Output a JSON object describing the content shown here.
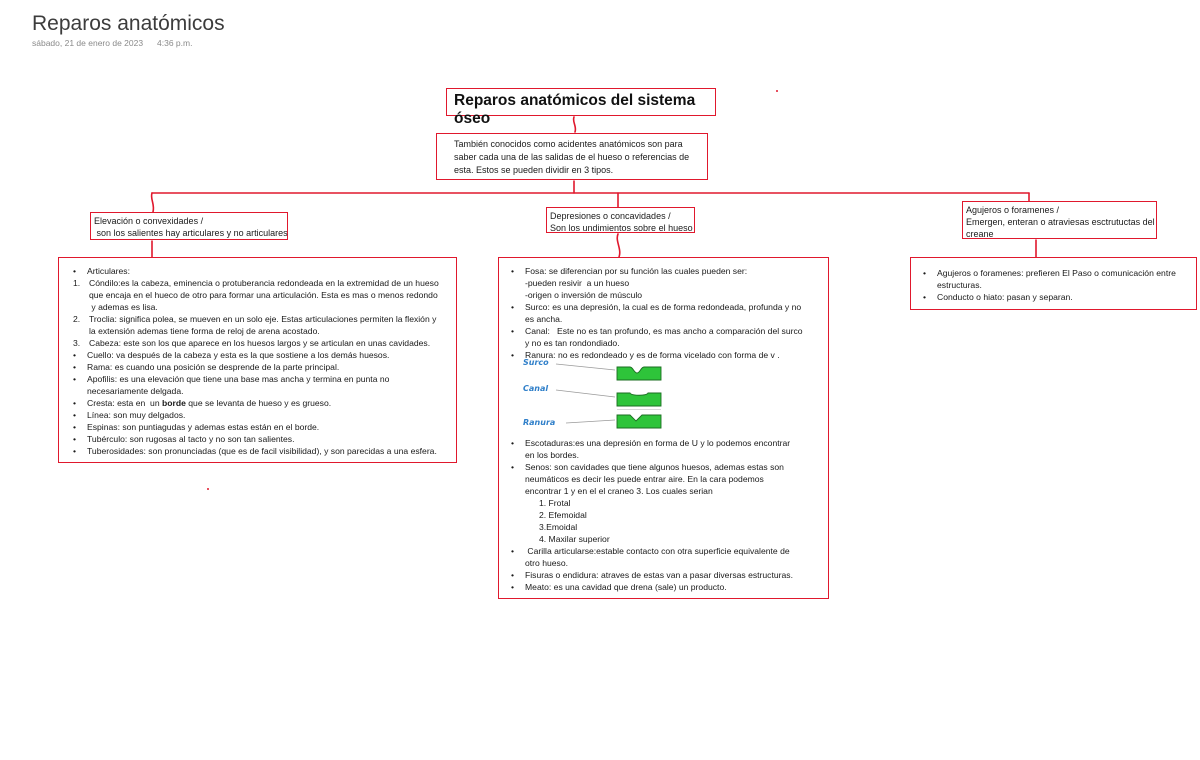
{
  "header": {
    "title": "Reparos anatómicos",
    "date": "sábado, 21 de enero de 2023",
    "time": "4:36 p.m."
  },
  "main_title": "Reparos anatómicos del sistema óseo",
  "intro": {
    "lines": [
      "También conocidos como acidentes anatómicos son para",
      "saber cada una de las salidas de el hueso o referencias de",
      "esta. Estos se pueden dividir en 3 tipos."
    ]
  },
  "categories": [
    {
      "line1": "Elevación o convexidades /",
      "line2": " son los salientes hay articulares y no articulares"
    },
    {
      "line1": "Depresiones o concavidades /",
      "line2": "Son los undimientos sobre el hueso"
    },
    {
      "line1": "Agujeros o foramenes /",
      "line2": "Emergen, enteran o atraviesas esctrutuctas del",
      "line3": "creane"
    }
  ],
  "elevaciones": {
    "articulares": "Articulares:",
    "condilo": [
      "Cóndilo:es la cabeza, eminencia o protuberancia redondeada en la extremidad de un hueso",
      "que encaja en el hueco de otro para formar una articulación. Esta es mas o menos redondo",
      " y ademas es lisa."
    ],
    "troclea": [
      "Troclia: significa polea, se mueven en un solo eje. Estas articulaciones permiten la flexión y",
      "la extensión ademas tiene forma de reloj de arena acostado."
    ],
    "cabeza": "Cabeza: este son los que aparece en los huesos largos y se articulan en unas cavidades.",
    "cuello": "Cuello: va después de la cabeza y esta es la que sostiene a los demás huesos.",
    "rama": "Rama: es cuando una posición se desprende de la parte principal.",
    "apofisis": [
      "Apofilis: es una elevación que tiene una base mas ancha y termina en punta no",
      "necesariamente delgada."
    ],
    "cresta_pre": "Cresta: esta en  un ",
    "cresta_bold": "borde",
    "cresta_post": " que se levanta de hueso y es grueso.",
    "linea": "Línea: son muy delgados.",
    "espinas": "Espinas: son puntiagudas y ademas estas están en el borde.",
    "tuberculo": "Tubérculo: son rugosas al tacto y no son tan salientes.",
    "tuberosidades": "Tuberosidades: son pronunciadas (que es de facil visibilidad), y son parecidas a una esfera."
  },
  "depresiones": {
    "fosa": [
      "Fosa: se diferencian por su función las cuales pueden ser:",
      "-pueden resivir  a un hueso",
      "-origen o inversión de músculo"
    ],
    "surco": [
      "Surco: es una depresión, la cual es de forma redondeada, profunda y no",
      "es ancha."
    ],
    "canal": [
      "Canal:   Este no es tan profundo, es mas ancho a comparación del surco",
      "y no es tan rondondiado."
    ],
    "ranura": "Ranura: no es redondeado y es de forma vicelado con forma de v .",
    "diagram_labels": [
      "Surco",
      "Canal",
      "Ranura"
    ],
    "escotaduras": [
      "Escotaduras:es una depresión en forma de U y lo podemos encontrar",
      "en los bordes."
    ],
    "senos": [
      "Senos: son cavidades que tiene algunos huesos, ademas estas son",
      "neumáticos es decir les puede entrar aire.  En la cara podemos",
      "encontrar 1 y en el el craneo 3. Los cuales serian"
    ],
    "senos_list": [
      "1. Frotal",
      "2. Efemoidal",
      "3.Emoidal",
      "4. Maxilar superior"
    ],
    "carilla": [
      " Carilla articularse:estable contacto con otra superficie equivalente de",
      "otro hueso."
    ],
    "fisuras": "Fisuras o endidura: atraves de estas van a pasar diversas estructuras.",
    "meato": "Meato: es una cavidad que drena (sale) un producto."
  },
  "agujeros": {
    "item1": [
      "Agujeros o foramenes: prefieren El Paso o comunicación entre",
      "estructuras."
    ],
    "item2": "Conducto o hiato: pasan y separan."
  },
  "colors": {
    "border": "#e0182d",
    "shape_fill": "#2ec43a",
    "label": "#2f7fc9"
  }
}
